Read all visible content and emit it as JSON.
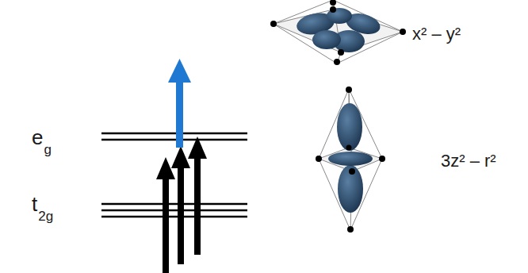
{
  "diagram": {
    "labels": [
      "e",
      "g",
      "t",
      "2g",
      "x² – y²",
      "3z² – r²"
    ]
  }
}
